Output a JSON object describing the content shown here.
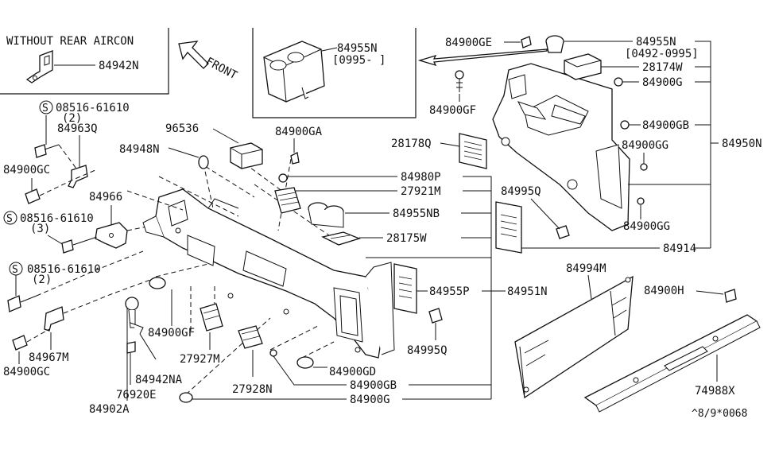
{
  "inset_left": {
    "title": "WITHOUT REAR AIRCON",
    "part": "84942N"
  },
  "inset_top": {
    "part": "84955N",
    "range": "[0995-   ]"
  },
  "front_label": "FRONT",
  "labels": {
    "p84900GE": "84900GE",
    "p84955N_right": "84955N",
    "range_0492_0995": "[0492-0995]",
    "p28174W": "28174W",
    "p84900G_top": "84900G",
    "p84900GF_top": "84900GF",
    "p84900GB_top": "84900GB",
    "p28178Q": "28178Q",
    "p84900GG_1": "84900GG",
    "p84950N": "84950N",
    "p84995Q_top": "84995Q",
    "p84900GG_2": "84900GG",
    "p84914": "84914",
    "s08516_1": "08516-61610",
    "q2_1": "(2)",
    "p84963Q": "84963Q",
    "p96536": "96536",
    "p84900GA": "84900GA",
    "p84948N": "84948N",
    "p84900GC_1": "84900GC",
    "p84980P": "84980P",
    "p27921M": "27921M",
    "p84966": "84966",
    "p84955NB": "84955NB",
    "s08516_2": "08516-61610",
    "q3": "(3)",
    "p28175W": "28175W",
    "s08516_3": "08516-61610",
    "q2_2": "(2)",
    "p84955P": "84955P",
    "p84951N": "84951N",
    "p84994M": "84994M",
    "p84900H": "84900H",
    "p84900GF_mid": "84900GF",
    "p84967M": "84967M",
    "p84900GC_2": "84900GC",
    "p27927M": "27927M",
    "p84995Q_mid": "84995Q",
    "p84942NA": "84942NA",
    "p84900GD": "84900GD",
    "p76920E": "76920E",
    "p27928N": "27928N",
    "p84900GB_bot": "84900GB",
    "p74988X": "74988X",
    "p84902A": "84902A",
    "p84900G_bot": "84900G",
    "footer_code": "^8/9*0068"
  }
}
